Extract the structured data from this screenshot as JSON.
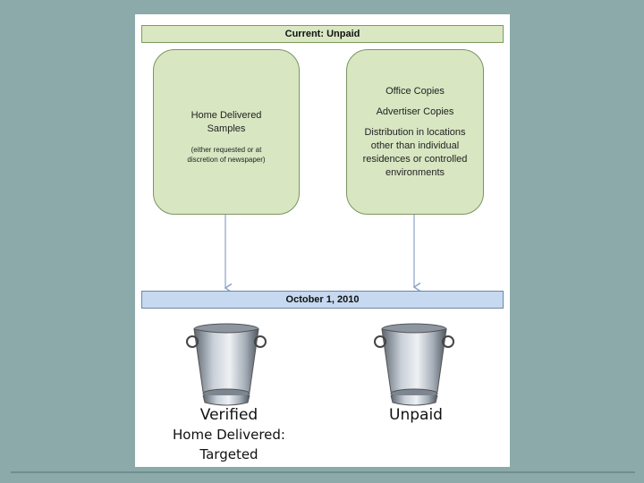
{
  "top_bar": "Current:  Unpaid",
  "left_box": {
    "title_line1": "Home Delivered",
    "title_line2": "Samples",
    "note_line1": "(either requested or at",
    "note_line2": "discretion of newspaper)"
  },
  "right_box": {
    "item1": "Office Copies",
    "item2": "Advertiser Copies",
    "item3": "Distribution in locations other than individual residences or controlled environments"
  },
  "mid_bar": "October 1, 2010",
  "left_bucket": {
    "line1": "Verified",
    "line2": "Home Delivered:",
    "line3": "Targeted"
  },
  "right_bucket": {
    "line1": "Unpaid"
  },
  "colors": {
    "background": "#8caaa9",
    "top_bar": "#d9e7c3",
    "mid_bar": "#c6d9f0",
    "box_fill": "#d8e6c2",
    "arrow": "#8aa0c8"
  },
  "icons": [
    "ice-bucket-icon",
    "ice-bucket-icon"
  ]
}
